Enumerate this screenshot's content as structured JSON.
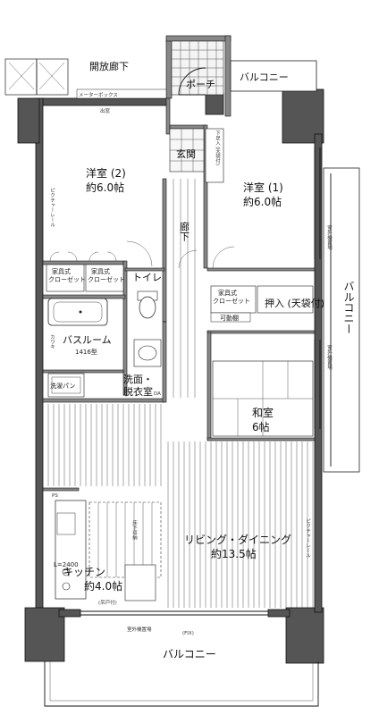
{
  "plan": {
    "rooms": {
      "open_corridor": "開放廊下",
      "porch": "ポーチ",
      "balcony_top": "バルコニー",
      "entrance": "玄関",
      "western_1": "洋室 (1)",
      "western_1_area": "約6.0帖",
      "western_2": "洋室 (2)",
      "western_2_area": "約6.0帖",
      "hallway": "廊下",
      "closet_left_1": "家具式",
      "closet_left_1b": "クローゼット",
      "closet_left_2": "家具式",
      "closet_left_2b": "クローゼット",
      "closet_right": "家具式",
      "closet_right_b": "クローゼット",
      "toilet": "トイレ",
      "closet_storage": "押入 (天袋付)",
      "movable_shelf": "可動棚",
      "bathroom": "バスルーム",
      "bath_size": "1416型",
      "washroom": "洗面・",
      "washroom_b": "脱衣室",
      "washing_pan": "洗濯パン",
      "japanese_room": "和室",
      "japanese_area": "6帖",
      "living": "リビング・ダイニング",
      "living_area": "約13.5帖",
      "kitchen": "キッチン",
      "kitchen_area": "約4.0帖",
      "balcony_right": "バルコニー",
      "balcony_bottom": "バルコニー"
    },
    "labels": {
      "meter_box": "メーターボックス",
      "shoe_box": "下足入 (天袋付)",
      "outdoor_unit_right_top": "室外機置場",
      "outdoor_unit_right_bottom": "室外機置場",
      "outdoor_unit_bottom": "室外機置場",
      "picture_rail_left": "ピクチャーレール",
      "picture_rail_right": "ピクチャーレール",
      "fix_window": "(FIX)",
      "kitchen_height": "L=2400",
      "storage_outer": "出窓",
      "shelf_note": "(天袋付)",
      "ps": "PS",
      "da": "DA",
      "floor_storage": "床下収納",
      "kawaki": "カワキ",
      "cupboard": "(吊戸付)"
    }
  }
}
